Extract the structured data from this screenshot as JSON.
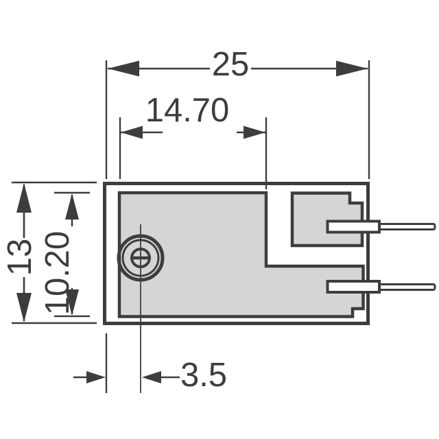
{
  "drawing": {
    "type": "technical-dimension-drawing",
    "units_shown": false,
    "dimensions": {
      "overall_width": "25",
      "inner_element_width": "14.70",
      "overall_height": "13",
      "inner_element_height": "10.20",
      "mounting_hole_offset": "3.5"
    },
    "colors": {
      "line": "#3d3d3f",
      "fill": "#d5d5d5",
      "background": "#ffffff"
    }
  }
}
